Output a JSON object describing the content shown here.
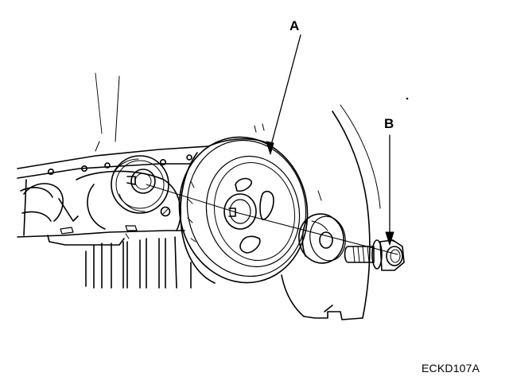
{
  "diagram": {
    "labels": {
      "a": "A",
      "b": "B"
    },
    "figure_code": "ECKD107A",
    "parts": {
      "engine": "engine-block-icon",
      "pulley": "crankshaft-pulley-icon",
      "washer": "washer-icon",
      "bolt": "bolt-icon"
    },
    "colors": {
      "ink": "#000000",
      "paper": "#ffffff"
    }
  }
}
